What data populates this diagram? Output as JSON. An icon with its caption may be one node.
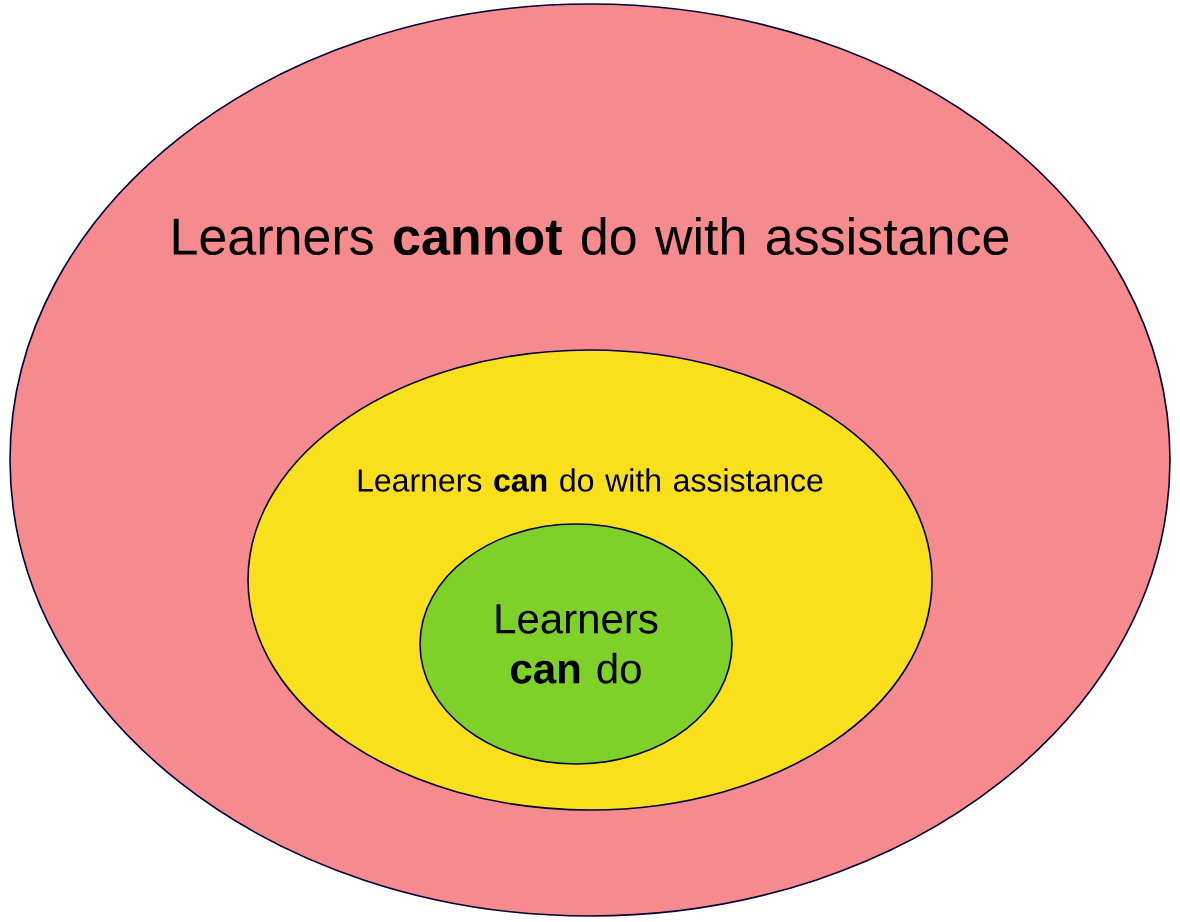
{
  "diagram": {
    "nodes": [
      {
        "text": [
          "Learners **cannot** do with assistance"
        ]
      },
      {
        "text": [
          "Learners **can** do with assistance"
        ],
        "in": 0
      },
      {
        "text": [
          "Learners **can** do"
        ],
        "in": 1
      }
    ]
  }
}
